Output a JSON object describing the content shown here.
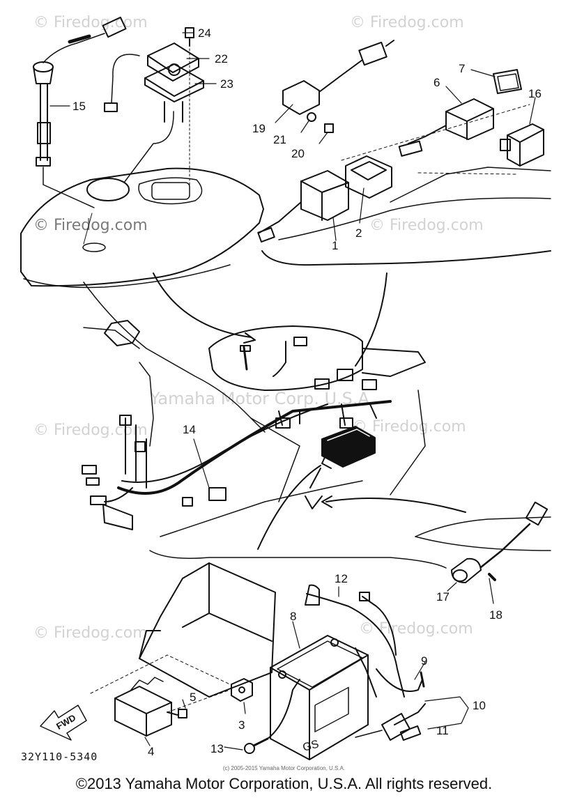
{
  "watermarks": {
    "firedog": "© Firedog.com",
    "yamaha": "Yamaha Motor Corp. U.S.A."
  },
  "callouts": [
    "1",
    "2",
    "3",
    "4",
    "5",
    "6",
    "7",
    "8",
    "9",
    "10",
    "11",
    "12",
    "13",
    "14",
    "15",
    "16",
    "17",
    "18",
    "19",
    "20",
    "21",
    "22",
    "23",
    "24"
  ],
  "fwd_label": "FWD",
  "part_code": "32Y110-5340",
  "small_copyright": "(c) 2005-2015 Yamaha Motor Corporation, U.S.A.",
  "copyright": "©2013 Yamaha Motor Corporation, U.S.A. All rights reserved.",
  "colors": {
    "line": "#111111",
    "watermark": "#d2d2d2",
    "background": "#ffffff"
  }
}
